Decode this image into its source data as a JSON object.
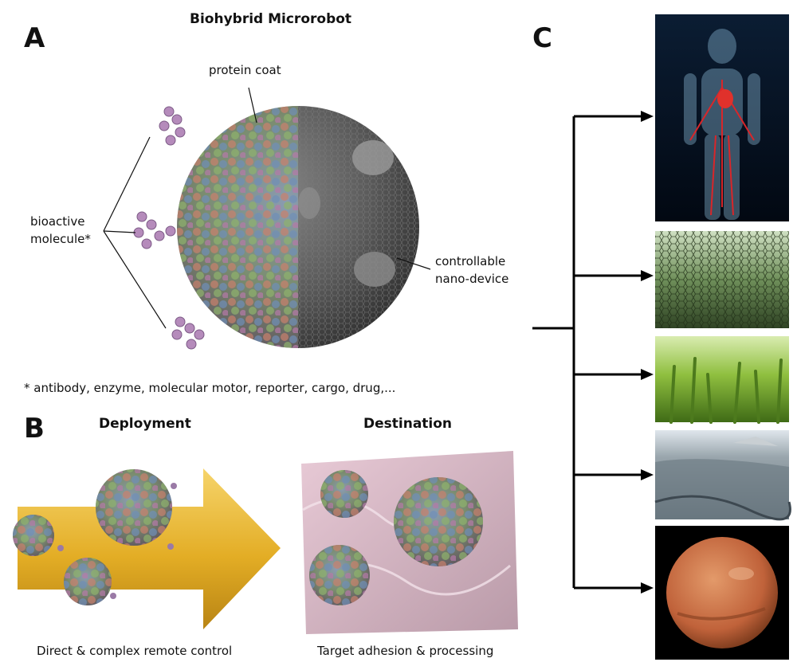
{
  "panel_a": {
    "letter": "A",
    "title": "Biohybrid Microrobot",
    "protein_coat_label": "protein coat",
    "bioactive_label_line1": "bioactive",
    "bioactive_label_line2": "molecule*",
    "device_label_line1": "controllable",
    "device_label_line2": "nano-device",
    "footnote": "* antibody, enzyme,  molecular motor, reporter, cargo, drug,..."
  },
  "panel_b": {
    "letter": "B",
    "deployment_title": "Deployment",
    "destination_title": "Destination",
    "deployment_caption": "Direct & complex remote control",
    "destination_caption": "Target adhesion & processing"
  },
  "panel_c": {
    "letter": "C",
    "destinations": [
      "human-body-circulatory-system",
      "hexagonal-graphene-sheet",
      "wheat-field",
      "polluted-pond",
      "planet-mars"
    ]
  },
  "colors": {
    "deploy_arrow": "#e8b62c",
    "device_gray": "#5e5e5e",
    "destination_bg": "#d9b6c4",
    "mars": "#c96a3b"
  }
}
